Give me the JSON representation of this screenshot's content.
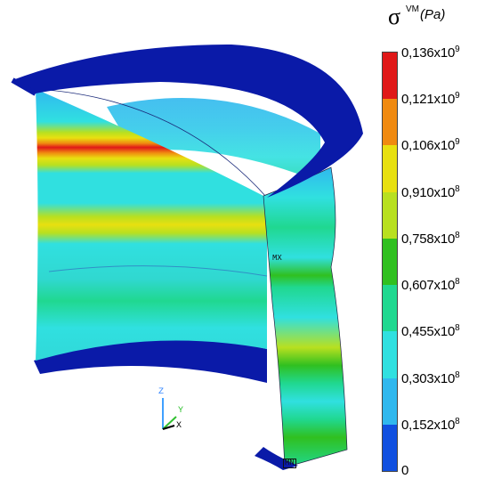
{
  "legend": {
    "symbol": "σ",
    "superscript": "VM",
    "unit": "(Pa)",
    "ticks": [
      {
        "mantissa": "0,136x10",
        "exp": "9"
      },
      {
        "mantissa": "0,121x10",
        "exp": "9"
      },
      {
        "mantissa": "0,106x10",
        "exp": "9"
      },
      {
        "mantissa": "0,910x10",
        "exp": "8"
      },
      {
        "mantissa": "0,758x10",
        "exp": "8"
      },
      {
        "mantissa": "0,607x10",
        "exp": "8"
      },
      {
        "mantissa": "0,455x10",
        "exp": "8"
      },
      {
        "mantissa": "0,303x10",
        "exp": "8"
      },
      {
        "mantissa": "0,152x10",
        "exp": "8"
      },
      {
        "mantissa": "0",
        "exp": ""
      }
    ],
    "colors": [
      "#e01818",
      "#f08a10",
      "#e8e010",
      "#b8e020",
      "#30c020",
      "#20d890",
      "#30e0e0",
      "#30b8ee",
      "#1050e0"
    ]
  },
  "markers": {
    "max": "MX",
    "min": "MN"
  },
  "triad": {
    "z": "Z",
    "y": "Y",
    "x": "X"
  }
}
